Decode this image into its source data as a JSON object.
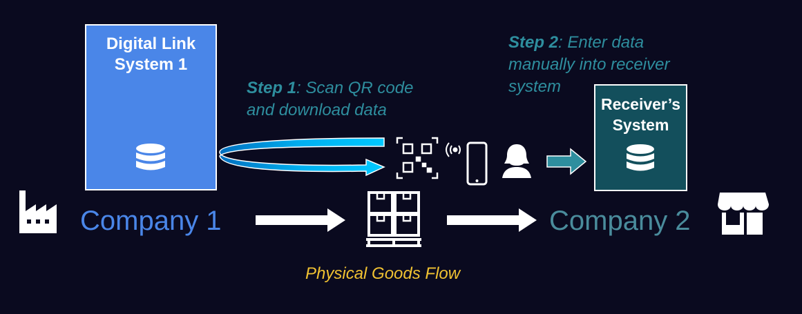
{
  "system1": {
    "line1": "Digital Link",
    "line2": "System 1"
  },
  "receiver": {
    "line1": "Receiver’s",
    "line2": "System"
  },
  "company1": "Company 1",
  "company2": "Company 2",
  "step1": {
    "label": "Step 1",
    "text_line1": ": Scan QR code",
    "text_line2": "and download data"
  },
  "step2": {
    "label": "Step 2",
    "text_line1": ": Enter data",
    "text_line2": "manually into receiver",
    "text_line3": "system"
  },
  "flow_label": "Physical Goods Flow",
  "icons": [
    "database-icon",
    "factory-icon",
    "qr-code-icon",
    "wireless-signal-icon",
    "smartphone-icon",
    "person-icon",
    "pallet-boxes-icon",
    "store-icon",
    "arrow-icon"
  ],
  "colors": {
    "background": "#0a0a1f",
    "system1_fill": "#4a86e8",
    "receiver_fill": "#134f5c",
    "company1": "#4a86e8",
    "company2": "#4a8c9c",
    "step_text": "#2e8e9e",
    "flow_text": "#f1c232",
    "scan_arrow": "#00b0f0",
    "enter_arrow": "#2e8e9e"
  }
}
